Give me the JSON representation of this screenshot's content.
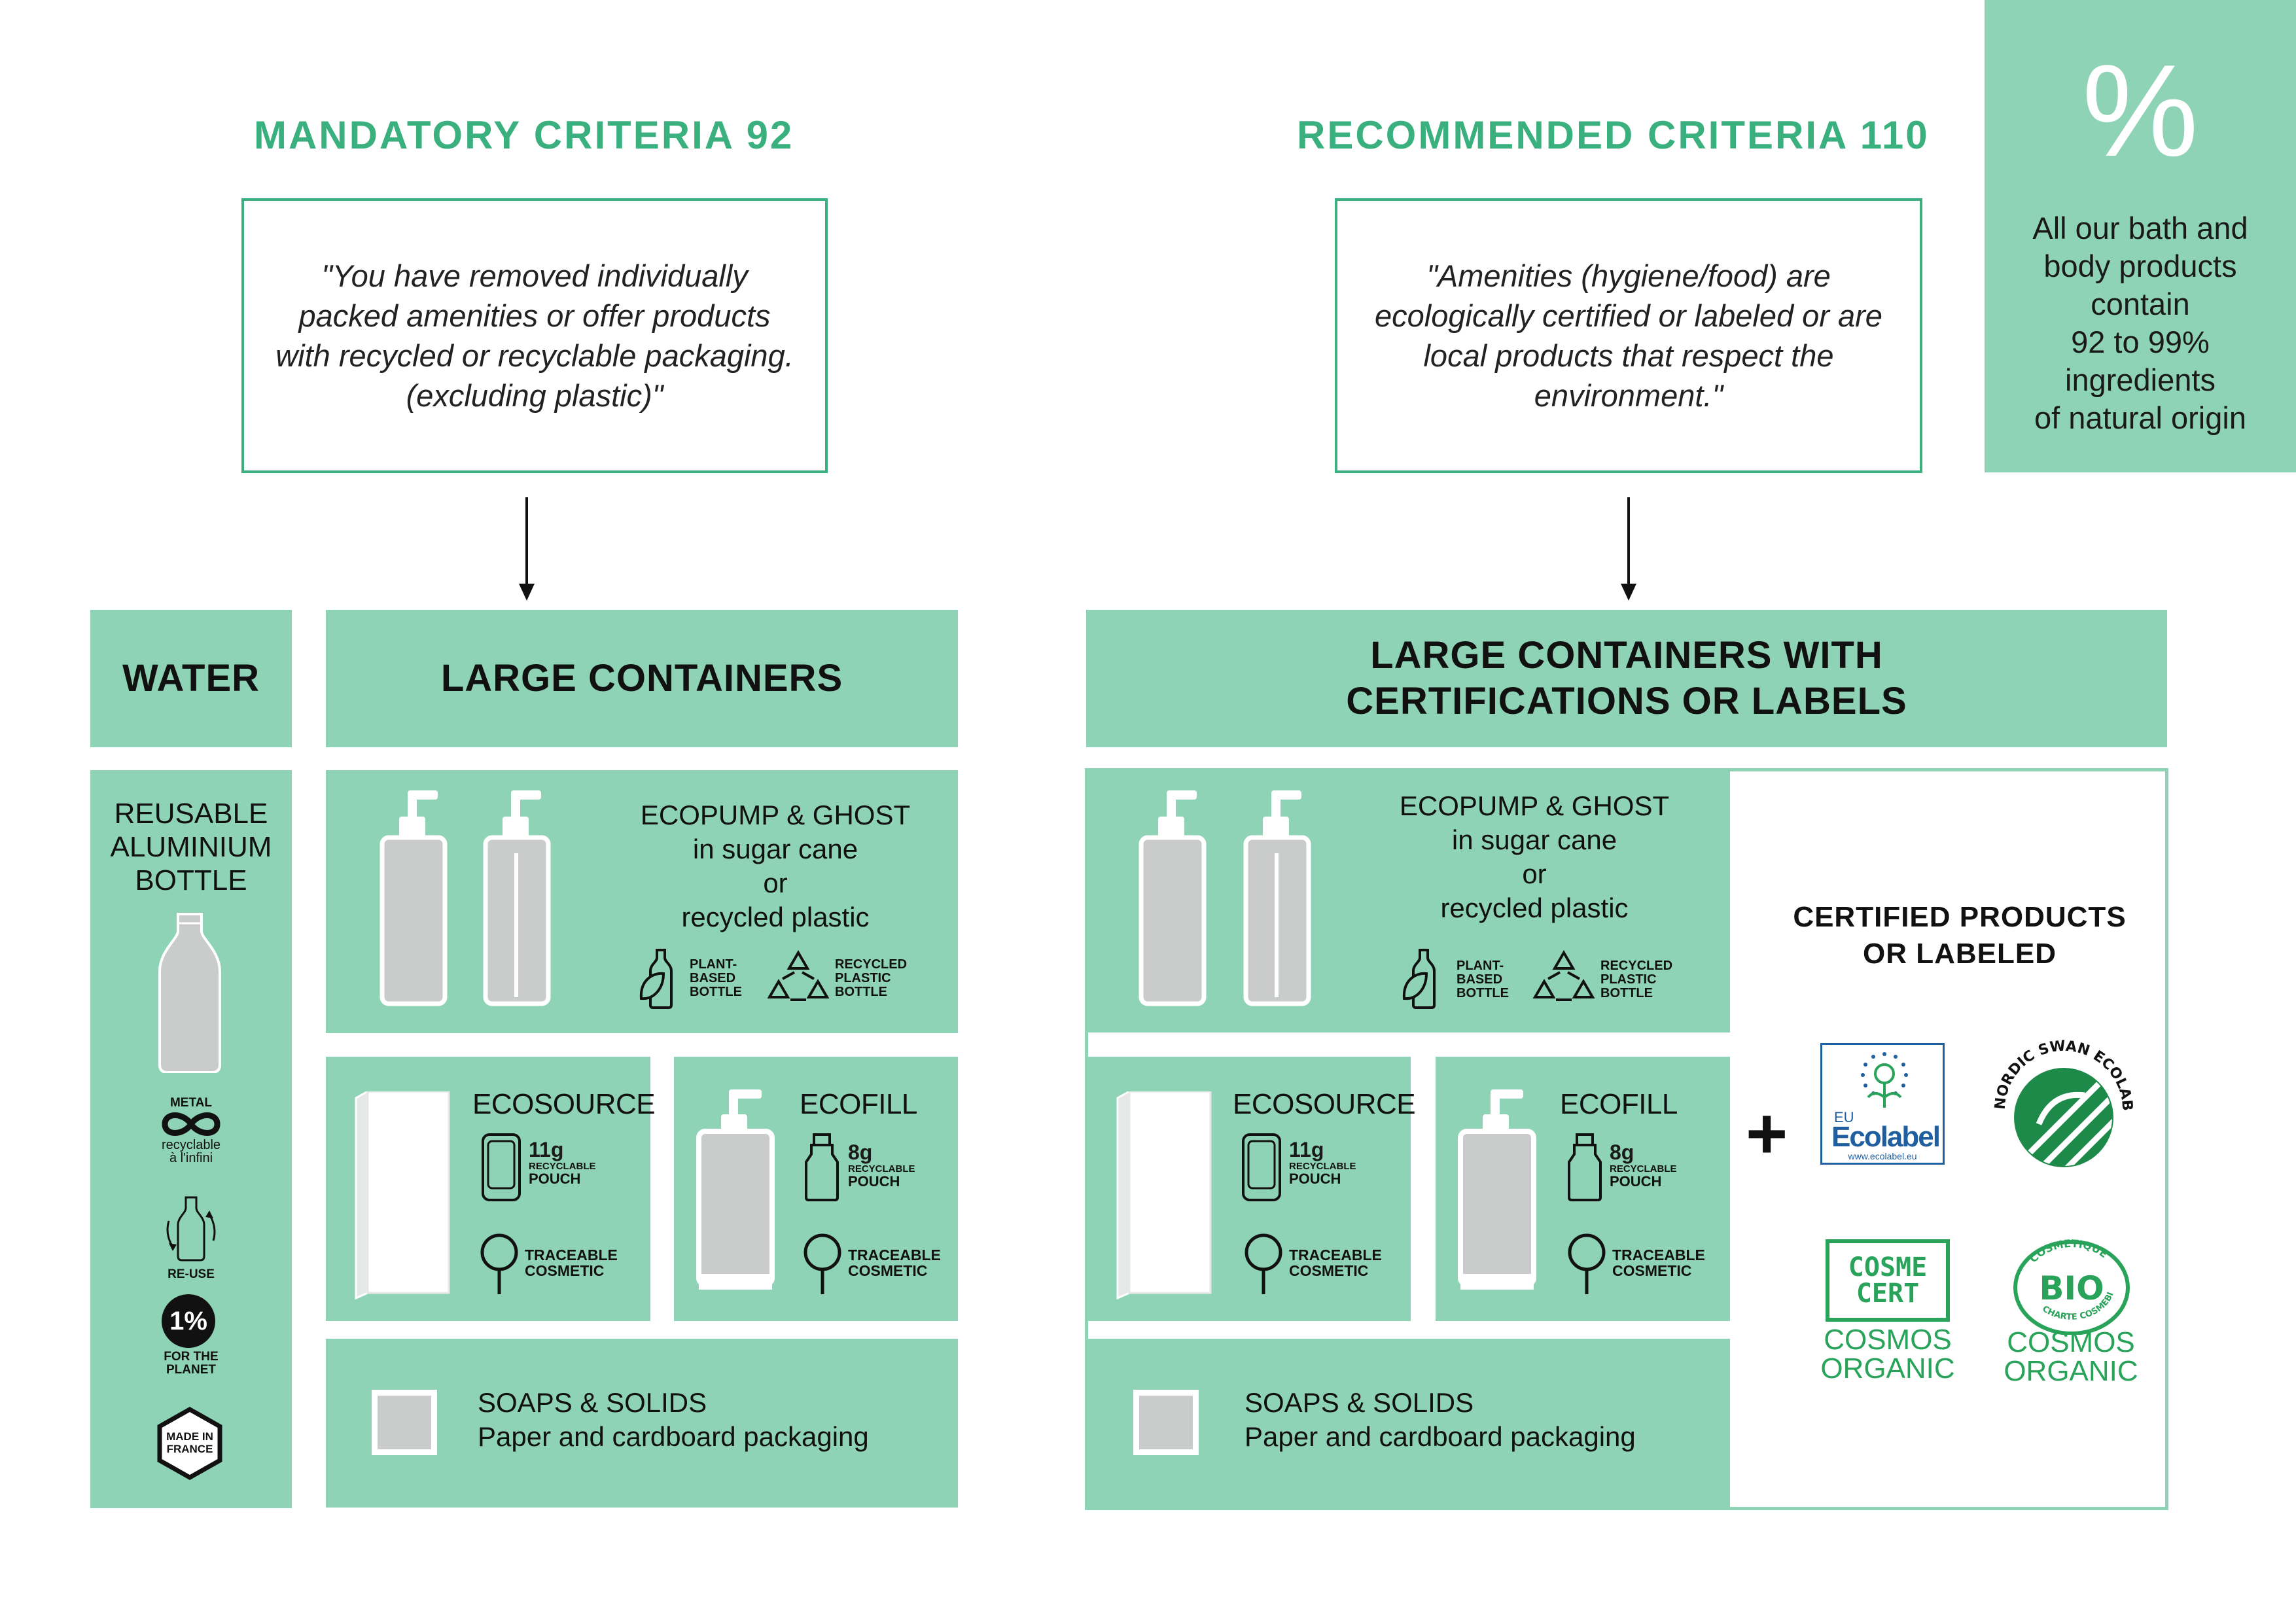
{
  "mandatory": {
    "heading": "MANDATORY CRITERIA 92",
    "quote": "\"You have removed individually packed amenities or offer products with recycled or recyclable packaging. (excluding plastic)\""
  },
  "recommended": {
    "heading": "RECOMMENDED CRITERIA 110",
    "quote": "\"Amenities (hygiene/food) are ecologically certified or labeled or are local products that respect the environment.\""
  },
  "percent_box": {
    "symbol": "%",
    "lines": [
      "All our bath and",
      "body products",
      "contain",
      "92 to 99%",
      "ingredients",
      "of natural origin"
    ]
  },
  "water": {
    "header": "WATER",
    "title_lines": [
      "REUSABLE",
      "ALUMINIUM",
      "BOTTLE"
    ],
    "icons": [
      {
        "name": "infinity-recycle-icon",
        "lines": [
          "METAL",
          "recyclable",
          "à l'infini"
        ]
      },
      {
        "name": "reuse-bottle-icon",
        "lines": [
          "RE-USE"
        ]
      },
      {
        "name": "one-percent-planet-icon",
        "symbol": "1%",
        "lines": [
          "FOR THE",
          "PLANET"
        ]
      },
      {
        "name": "made-in-france-icon",
        "lines": [
          "MADE IN",
          "FRANCE"
        ]
      }
    ]
  },
  "large_containers": {
    "header": "LARGE CONTAINERS",
    "ecopump": {
      "title_lines": [
        "ECOPUMP & GHOST",
        "in sugar cane",
        "or",
        "recycled plastic"
      ],
      "badge1": [
        "PLANT-",
        "BASED",
        "BOTTLE"
      ],
      "badge2": [
        "RECYCLED",
        "PLASTIC",
        "BOTTLE"
      ]
    },
    "ecosource": {
      "title": "ECOSOURCE",
      "weight": "11g",
      "weight_sub": "RECYCLABLE",
      "weight_label": "POUCH",
      "traceable": [
        "TRACEABLE",
        "COSMETIC"
      ]
    },
    "ecofill": {
      "title": "ECOFILL",
      "weight": "8g",
      "weight_sub": "RECYCLABLE",
      "weight_label": "POUCH",
      "traceable": [
        "TRACEABLE",
        "COSMETIC"
      ]
    },
    "soaps": {
      "title": "SOAPS & SOLIDS",
      "subtitle": "Paper and cardboard packaging"
    }
  },
  "certified_containers": {
    "header_lines": [
      "LARGE CONTAINERS WITH",
      "CERTIFICATIONS OR LABELS"
    ],
    "ecopump": {
      "title_lines": [
        "ECOPUMP & GHOST",
        "in sugar cane",
        "or",
        "recycled plastic"
      ],
      "badge1": [
        "PLANT-",
        "BASED",
        "BOTTLE"
      ],
      "badge2": [
        "RECYCLED",
        "PLASTIC",
        "BOTTLE"
      ]
    },
    "ecosource": {
      "title": "ECOSOURCE",
      "weight": "11g",
      "weight_sub": "RECYCLABLE",
      "weight_label": "POUCH",
      "traceable": [
        "TRACEABLE",
        "COSMETIC"
      ]
    },
    "ecofill": {
      "title": "ECOFILL",
      "weight": "8g",
      "weight_sub": "RECYCLABLE",
      "weight_label": "POUCH",
      "traceable": [
        "TRACEABLE",
        "COSMETIC"
      ]
    },
    "soaps": {
      "title": "SOAPS & SOLIDS",
      "subtitle": "Paper and cardboard packaging"
    },
    "certified_title_lines": [
      "CERTIFIED PRODUCTS",
      "OR LABELED"
    ],
    "plus": "+",
    "labels": {
      "eu_ecolabel": {
        "line1": "EU",
        "line2": "Ecolabel",
        "url": "www.ecolabel.eu"
      },
      "nordic_swan": {
        "text": "NORDIC SWAN ECOLABEL"
      },
      "cosmecert": {
        "line1": "COSME",
        "line2": "CERT",
        "caption1": "COSMOS",
        "caption2": "ORGANIC"
      },
      "cosmebio": {
        "arc": "COSMETIQUE",
        "center": "BIO",
        "arc_bottom": "CHARTE COSMEBIO",
        "caption1": "COSMOS",
        "caption2": "ORGANIC"
      }
    }
  },
  "colors": {
    "accent_green": "#3bb07f",
    "panel_green": "#8fd3b6",
    "bottle_grey": "#c9ccca",
    "cosmecert_green": "#2aa35a"
  }
}
